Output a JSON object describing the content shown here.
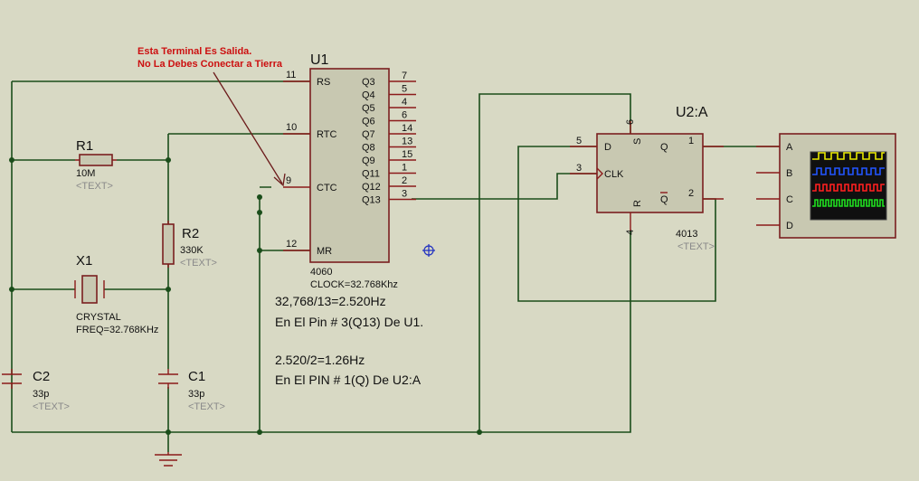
{
  "u1": {
    "ref": "U1",
    "part": "4060",
    "clock": "CLOCK=32.768Khz",
    "left_pins": [
      {
        "num": "11",
        "name": "RS"
      },
      {
        "num": "10",
        "name": "RTC"
      },
      {
        "num": "9",
        "name": "CTC"
      },
      {
        "num": "12",
        "name": "MR"
      }
    ],
    "right_pins": [
      {
        "num": "7",
        "name": "Q3"
      },
      {
        "num": "5",
        "name": "Q4"
      },
      {
        "num": "4",
        "name": "Q5"
      },
      {
        "num": "6",
        "name": "Q6"
      },
      {
        "num": "14",
        "name": "Q7"
      },
      {
        "num": "13",
        "name": "Q8"
      },
      {
        "num": "15",
        "name": "Q9"
      },
      {
        "num": "1",
        "name": "Q11"
      },
      {
        "num": "2",
        "name": "Q12"
      },
      {
        "num": "3",
        "name": "Q13"
      }
    ]
  },
  "u2": {
    "ref": "U2:A",
    "part": "4013",
    "text": "<TEXT>",
    "pins": {
      "d": "D",
      "d_num": "5",
      "clk": "CLK",
      "clk_num": "3",
      "s": "S",
      "s_num": "6",
      "r": "R",
      "r_num": "4",
      "q": "Q",
      "q_num": "1",
      "qn": "Q",
      "qn_num": "2"
    }
  },
  "r1": {
    "ref": "R1",
    "value": "10M",
    "text": "<TEXT>"
  },
  "r2": {
    "ref": "R2",
    "value": "330K",
    "text": "<TEXT>"
  },
  "x1": {
    "ref": "X1",
    "type": "CRYSTAL",
    "freq": "FREQ=32.768KHz"
  },
  "c2": {
    "ref": "C2",
    "value": "33p",
    "text": "<TEXT>"
  },
  "c1": {
    "ref": "C1",
    "value": "33p",
    "text": "<TEXT>"
  },
  "annotation": {
    "line1": "Esta Terminal Es Salida.",
    "line2": "No La Debes Conectar a Tierra"
  },
  "notes": {
    "line1": "32,768/13=2.520Hz",
    "line2": "En El Pin # 3(Q13) De U1.",
    "line3": "2.520/2=1.26Hz",
    "line4": "En El PIN # 1(Q) De U2:A"
  },
  "scope": {
    "channels": [
      "A",
      "B",
      "C",
      "D"
    ],
    "trace_colors": [
      "#e8e800",
      "#2255ff",
      "#ff2020",
      "#20e020"
    ]
  },
  "colors": {
    "wire": "#1a4d1a",
    "component": "#7a1f1f",
    "background": "#d8d9c4",
    "annotation": "#cc1010"
  }
}
